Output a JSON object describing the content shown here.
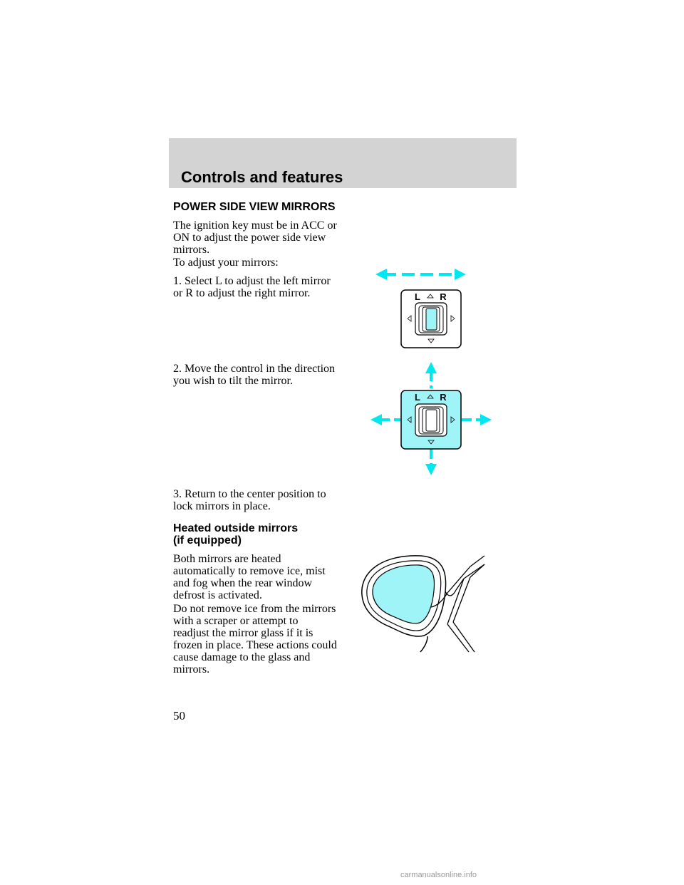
{
  "header": {
    "title": "Controls and features"
  },
  "section": {
    "title": "POWER SIDE VIEW MIRRORS",
    "intro": "The ignition key must be in ACC or ON to adjust the power side view mirrors.",
    "adjust_lead": "To adjust your mirrors:",
    "step1": "1. Select L to adjust the left mirror or R to adjust the right mirror.",
    "step2": "2. Move the control in the direction you wish to tilt the mirror.",
    "step3": "3. Return to the center position to lock mirrors in place."
  },
  "heated": {
    "title_line1": "Heated outside mirrors",
    "title_line2": "(if equipped)",
    "para1": "Both mirrors are heated automatically to remove ice, mist and fog when the rear window defrost is activated.",
    "para2": "Do not remove ice from the mirrors with a scraper or attempt to readjust the mirror glass if it is frozen in place. These actions could cause damage to the glass and mirrors."
  },
  "switch_labels": {
    "left": "L",
    "right": "R"
  },
  "page_number": "50",
  "watermark": "carmanualsonline.info",
  "colors": {
    "header_band": "#d3d3d3",
    "accent_cyan": "#00e8ef",
    "mirror_glass": "#9ff4f7",
    "switch_fill": "#9ff4f7"
  },
  "icons": [
    "double-arrow-horizontal-icon",
    "mirror-switch-icon",
    "four-way-arrow-icon",
    "side-mirror-illustration"
  ]
}
